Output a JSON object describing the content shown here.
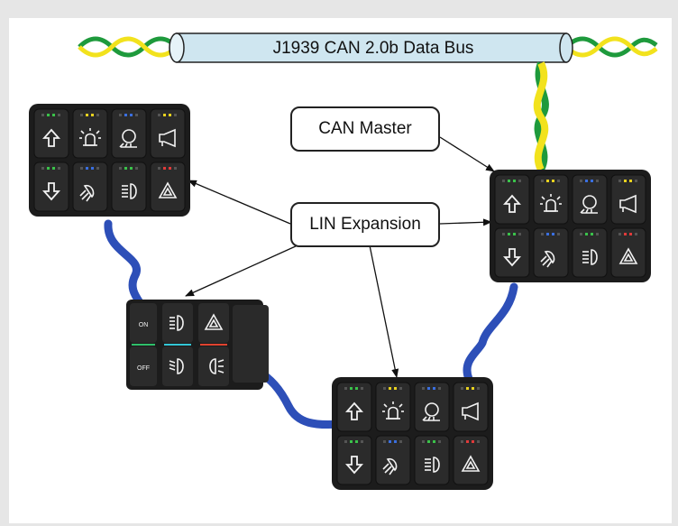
{
  "bus": {
    "label": "J1939 CAN 2.0b Data Bus"
  },
  "callouts": {
    "can_master": "CAN Master",
    "lin_expansion": "LIN Expansion"
  },
  "small_keypad": {
    "on_label": "ON",
    "off_label": "OFF"
  },
  "colors": {
    "bus_fill": "#cfe6f0",
    "bus_stroke": "#222222",
    "wire_green": "#1e9a3c",
    "wire_yellow": "#f2e21d",
    "lin_cable": "#2d4fb8",
    "keypad_body": "#1c1c1c",
    "button_face": "#2b2b2b",
    "icon": "#f2f2f2",
    "led_green": "#3ac24a",
    "led_yellow": "#e8d21f",
    "led_blue": "#3a6fe0",
    "led_red": "#e03a3a",
    "strip_green": "#2fbf6a",
    "strip_cyan": "#33c7d6",
    "strip_red": "#e0432f"
  },
  "keypads": [
    {
      "name": "keypad-top-left",
      "icons": [
        "arrow-up-icon",
        "beacon-icon",
        "work-light-icon",
        "horn-icon",
        "arrow-down-icon",
        "flood-light-icon",
        "headlight-icon",
        "hazard-icon"
      ],
      "leds": [
        "green",
        "yellow",
        "blue",
        "yellow",
        "green",
        "blue",
        "green",
        "red"
      ]
    },
    {
      "name": "keypad-right-can-master",
      "icons": [
        "arrow-up-icon",
        "beacon-icon",
        "work-light-icon",
        "horn-icon",
        "arrow-down-icon",
        "flood-light-icon",
        "headlight-icon",
        "hazard-icon"
      ],
      "leds": [
        "green",
        "yellow",
        "blue",
        "yellow",
        "green",
        "blue",
        "green",
        "red"
      ]
    },
    {
      "name": "keypad-bottom-center",
      "icons": [
        "arrow-up-icon",
        "beacon-icon",
        "work-light-icon",
        "horn-icon",
        "arrow-down-icon",
        "flood-light-icon",
        "headlight-icon",
        "hazard-icon"
      ],
      "leds": [
        "green",
        "yellow",
        "blue",
        "yellow",
        "green",
        "blue",
        "green",
        "red"
      ]
    }
  ]
}
